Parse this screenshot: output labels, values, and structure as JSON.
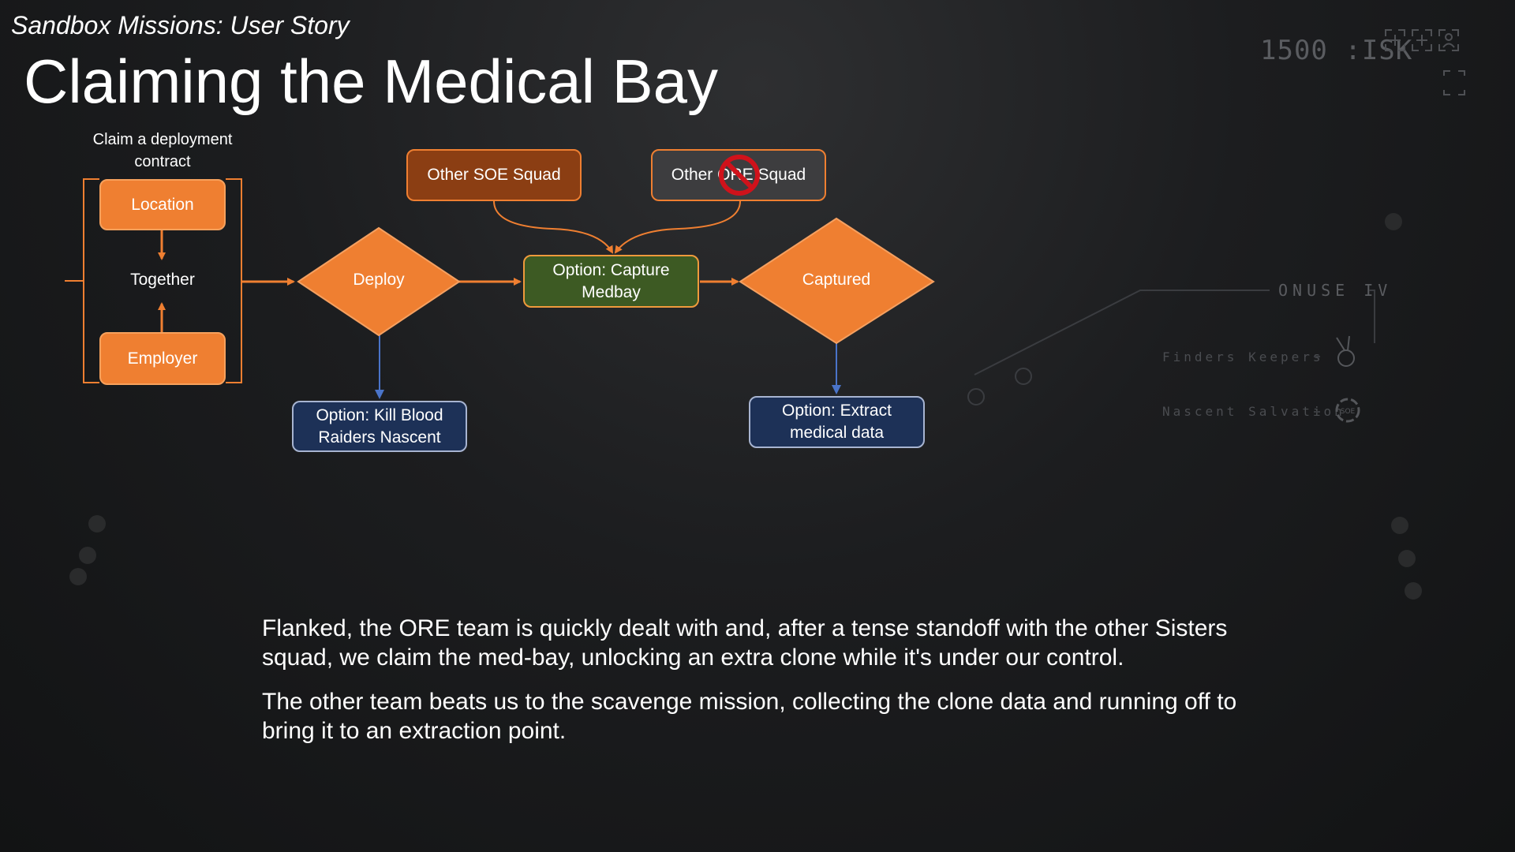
{
  "header": {
    "subtitle": "Sandbox Missions: User Story",
    "title": "Claiming the Medical Bay"
  },
  "hud": {
    "isk": "1500 :ISK",
    "location": "ONUSE IV",
    "items": [
      "Finders Keepers",
      "Nascent Salvation"
    ]
  },
  "diagram": {
    "contract_note": "Claim a deployment contract",
    "nodes": {
      "location": "Location",
      "together": "Together",
      "employer": "Employer",
      "deploy": "Deploy",
      "other_soe": "Other SOE Squad",
      "other_ore": "Other ORE Squad",
      "capture": "Option: Capture Medbay",
      "captured": "Captured",
      "kill": "Option: Kill Blood Raiders Nascent",
      "extract": "Option: Extract medical data"
    },
    "colors": {
      "orange": "#ef7f31",
      "brown": "#8b3e13",
      "green": "#3d5a23",
      "navy": "#1d3157",
      "blue_arrow": "#4a74c9",
      "blocked": "#d0121b"
    },
    "blocked_icon": "prohibited-icon"
  },
  "narrative": {
    "p1": "Flanked, the ORE team is quickly dealt with and, after a tense standoff with the other Sisters squad, we claim the med-bay, unlocking an extra clone while it's under our control.",
    "p2": "The other team beats us to the scavenge mission, collecting the clone data and running off to bring it to an extraction point."
  }
}
